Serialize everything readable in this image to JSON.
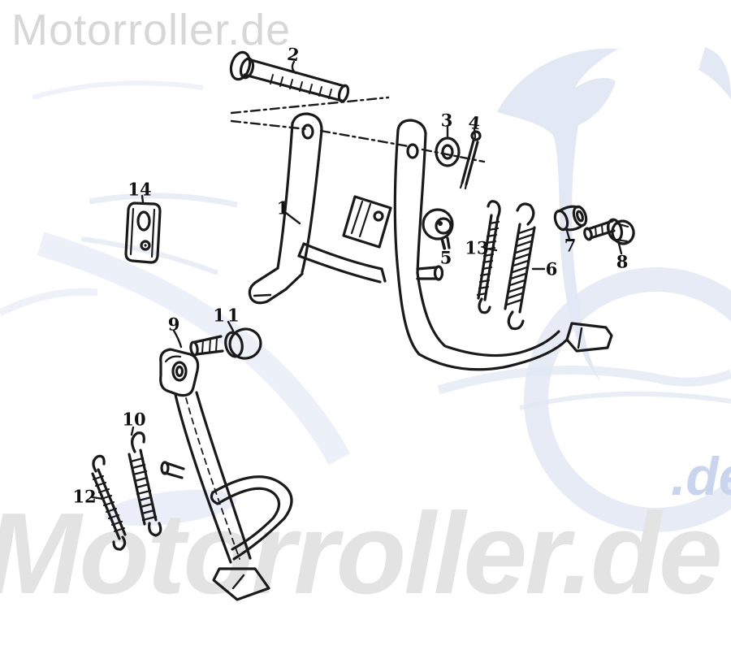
{
  "watermarks": {
    "top_text": "Motorroller.de",
    "bottom_text": "Motorroller.de",
    "accent_text": ".de",
    "top_text_color": "#d7d7d7",
    "bottom_text_color": "#e3e3e3",
    "accent_color": "#c9d5ee",
    "swoosh_color": "#e2e8f4"
  },
  "diagram": {
    "type": "exploded-parts-diagram",
    "subject": "scooter main stand and side stand assembly",
    "line_color": "#1a1a1a",
    "parts": [
      {
        "number": "1",
        "name": "center-stand"
      },
      {
        "number": "2",
        "name": "pivot-bolt"
      },
      {
        "number": "3",
        "name": "washer"
      },
      {
        "number": "4",
        "name": "split-pin"
      },
      {
        "number": "5",
        "name": "rubber-stop"
      },
      {
        "number": "6",
        "name": "main-tension-spring"
      },
      {
        "number": "7",
        "name": "spacer-sleeve"
      },
      {
        "number": "8",
        "name": "hex-bolt"
      },
      {
        "number": "9",
        "name": "side-stand"
      },
      {
        "number": "10",
        "name": "side-stand-spring"
      },
      {
        "number": "11",
        "name": "flange-bolt"
      },
      {
        "number": "12",
        "name": "auxiliary-spring"
      },
      {
        "number": "13",
        "name": "auxiliary-spring-long"
      },
      {
        "number": "14",
        "name": "mounting-plate"
      }
    ]
  }
}
